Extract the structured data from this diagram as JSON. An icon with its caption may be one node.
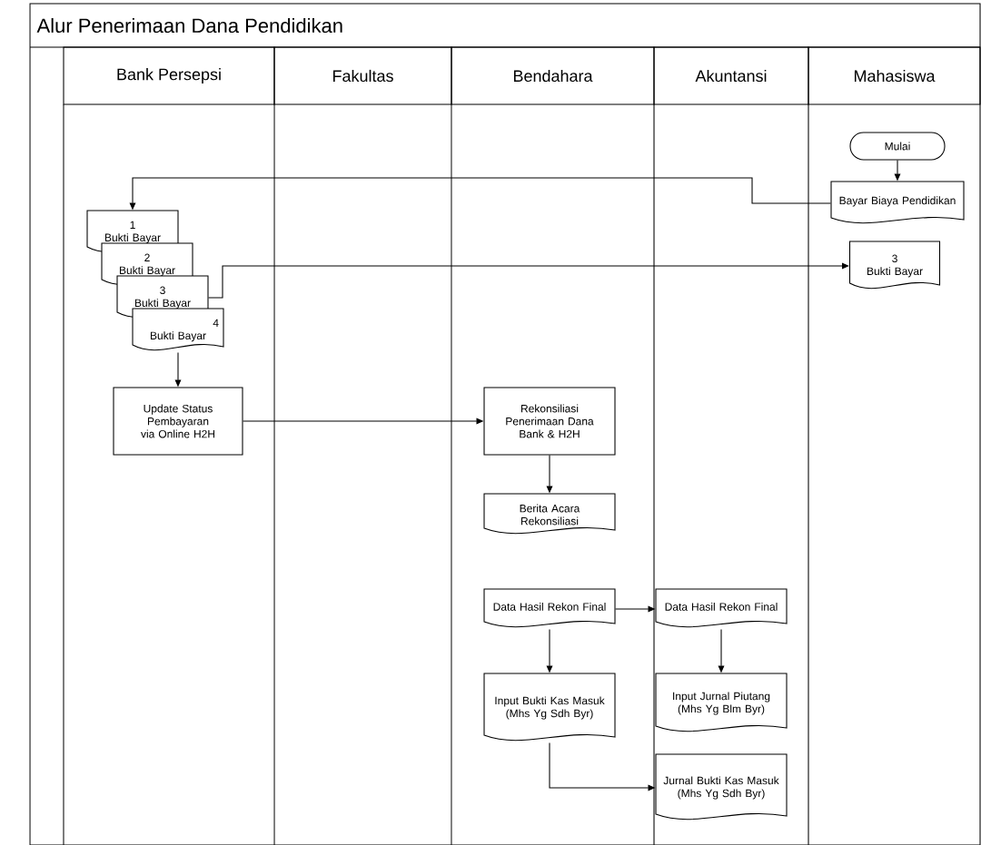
{
  "diagram": {
    "title": "Alur Penerimaan Dana Pendidikan",
    "nodes": [
      {
        "text": [
          "Bank Persepsi"
        ]
      },
      {
        "text": [
          "Fakultas"
        ]
      },
      {
        "text": [
          "Bendahara"
        ]
      },
      {
        "text": [
          "Akuntansi"
        ]
      },
      {
        "text": [
          "Mahasiswa"
        ]
      },
      {
        "text": [
          "Mulai"
        ]
      },
      {
        "text": [
          "Bayar Biaya Pendidikan"
        ]
      },
      {
        "text": [
          "1",
          "Bukti Bayar"
        ]
      },
      {
        "text": [
          "2",
          "Bukti Bayar"
        ]
      },
      {
        "text": [
          "3",
          "Bukti Bayar"
        ]
      },
      {
        "text": [
          "4",
          "Bukti Bayar"
        ]
      },
      {
        "text": [
          "3",
          "Bukti Bayar"
        ]
      },
      {
        "text": [
          "Update Status Pembayaran via Online H2H"
        ]
      },
      {
        "text": [
          "Rekonsiliasi Penerimaan Dana Bank & H2H"
        ]
      },
      {
        "text": [
          "Berita Acara Rekonsiliasi"
        ]
      },
      {
        "text": [
          "Data Hasil Rekon Final"
        ]
      },
      {
        "text": [
          "Input Bukti Kas Masuk (Mhs Yg Sdh Byr)"
        ]
      },
      {
        "text": [
          "Data Hasil Rekon Final"
        ]
      },
      {
        "text": [
          "Input Jurnal Piutang (Mhs Yg Blm Byr)"
        ]
      },
      {
        "text": [
          "Jurnal Bukti Kas Masuk (Mhs Yg Sdh Byr)"
        ]
      }
    ],
    "edges": [
      {
        "from": 5,
        "to": 6,
        "arrow": "to"
      },
      {
        "from": 6,
        "to": 7,
        "arrow": "to"
      },
      {
        "from": 9,
        "to": 11,
        "arrow": "to"
      },
      {
        "from": 10,
        "to": 12,
        "arrow": "to"
      },
      {
        "from": 12,
        "to": 13,
        "arrow": "to"
      },
      {
        "from": 13,
        "to": 14,
        "arrow": "to"
      },
      {
        "from": 15,
        "to": 17,
        "arrow": "to"
      },
      {
        "from": 15,
        "to": 16,
        "arrow": "to"
      },
      {
        "from": 17,
        "to": 18,
        "arrow": "to"
      },
      {
        "from": 16,
        "to": 19,
        "arrow": "to"
      }
    ]
  }
}
